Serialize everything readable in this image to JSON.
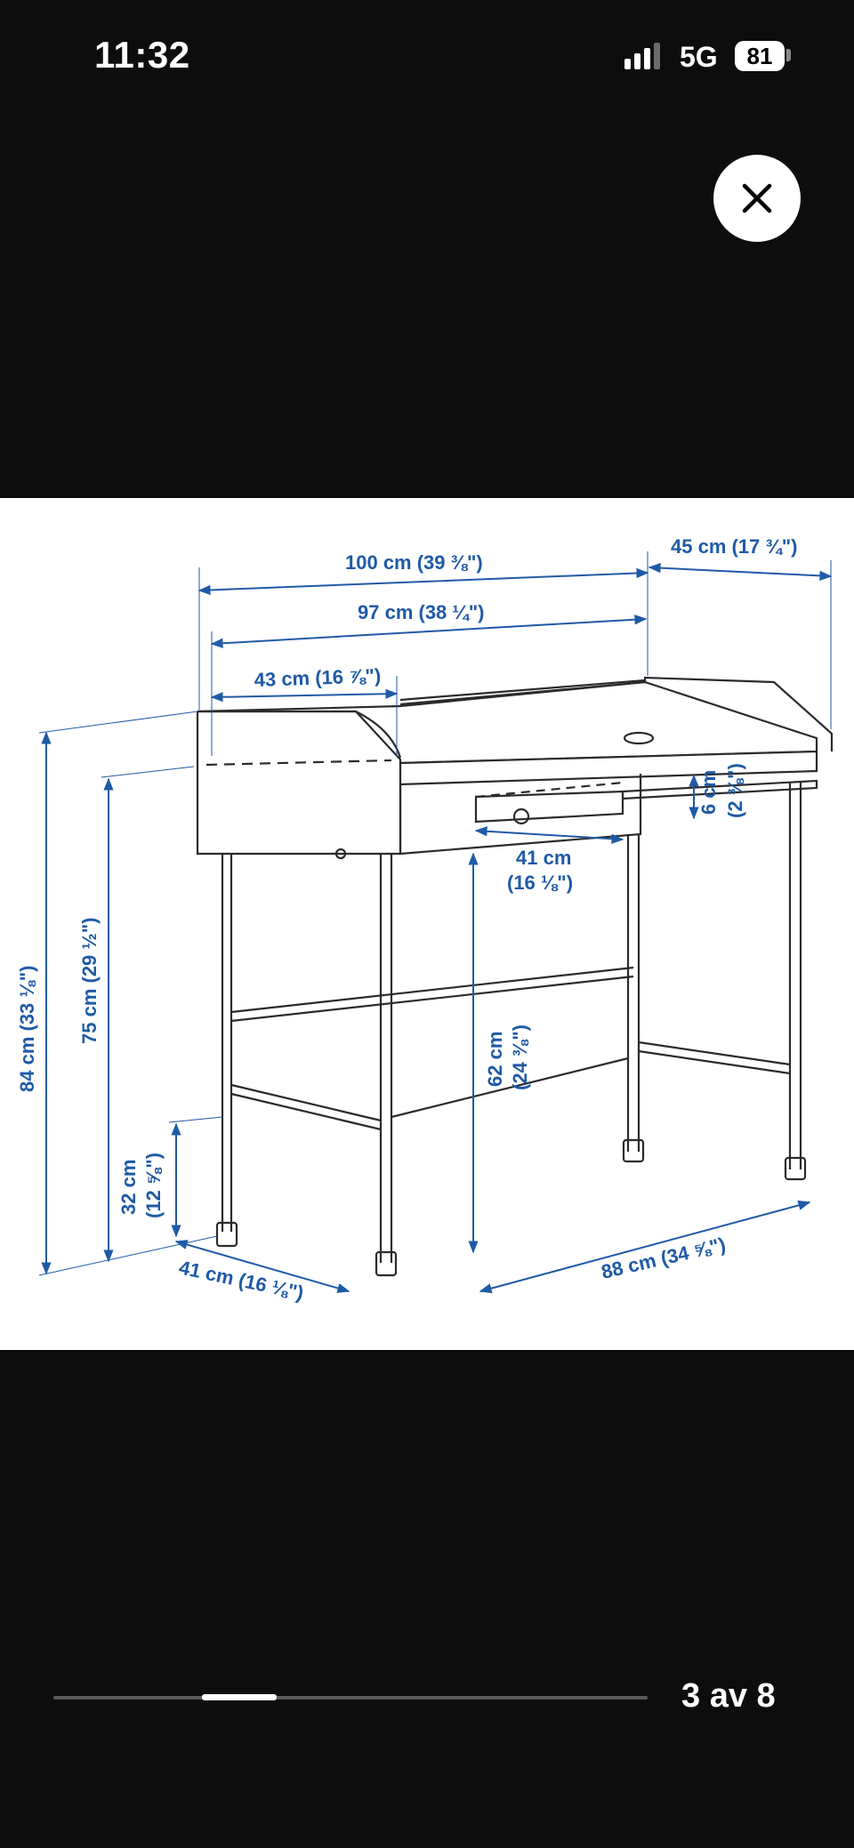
{
  "status_bar": {
    "time": "11:32",
    "network": "5G",
    "battery": "81",
    "icons": [
      "signal-bars-icon",
      "battery-icon"
    ]
  },
  "close_icon": "close-x-icon",
  "diagram": {
    "labels": {
      "overall_width": "100 cm (39 ⅜\")",
      "depth": "45 cm (17 ¾\")",
      "inner_width": "97 cm (38 ¼\")",
      "shelf_width": "43 cm (16 ⅞\")",
      "drawer_height": "6 cm",
      "drawer_height_in": "(2 ⅜\")",
      "drawer_width": "41 cm",
      "drawer_width_in": "(16 ⅛\")",
      "total_height": "84 cm (33 ⅛\")",
      "desk_height": "75 cm (29 ½\")",
      "legroom_height": "62 cm",
      "legroom_height_in": "(24 ⅜\")",
      "shelf_height": "32 cm",
      "shelf_height_in": "(12 ⅝\")",
      "base_depth": "41 cm (16 ⅛\")",
      "base_width": "88 cm (34 ⅝\")"
    },
    "colors": {
      "dimension": "#1f5aa6",
      "outline": "#2b2b2b"
    }
  },
  "pager": {
    "counter": "3 av 8",
    "current": 3,
    "total": 8
  }
}
